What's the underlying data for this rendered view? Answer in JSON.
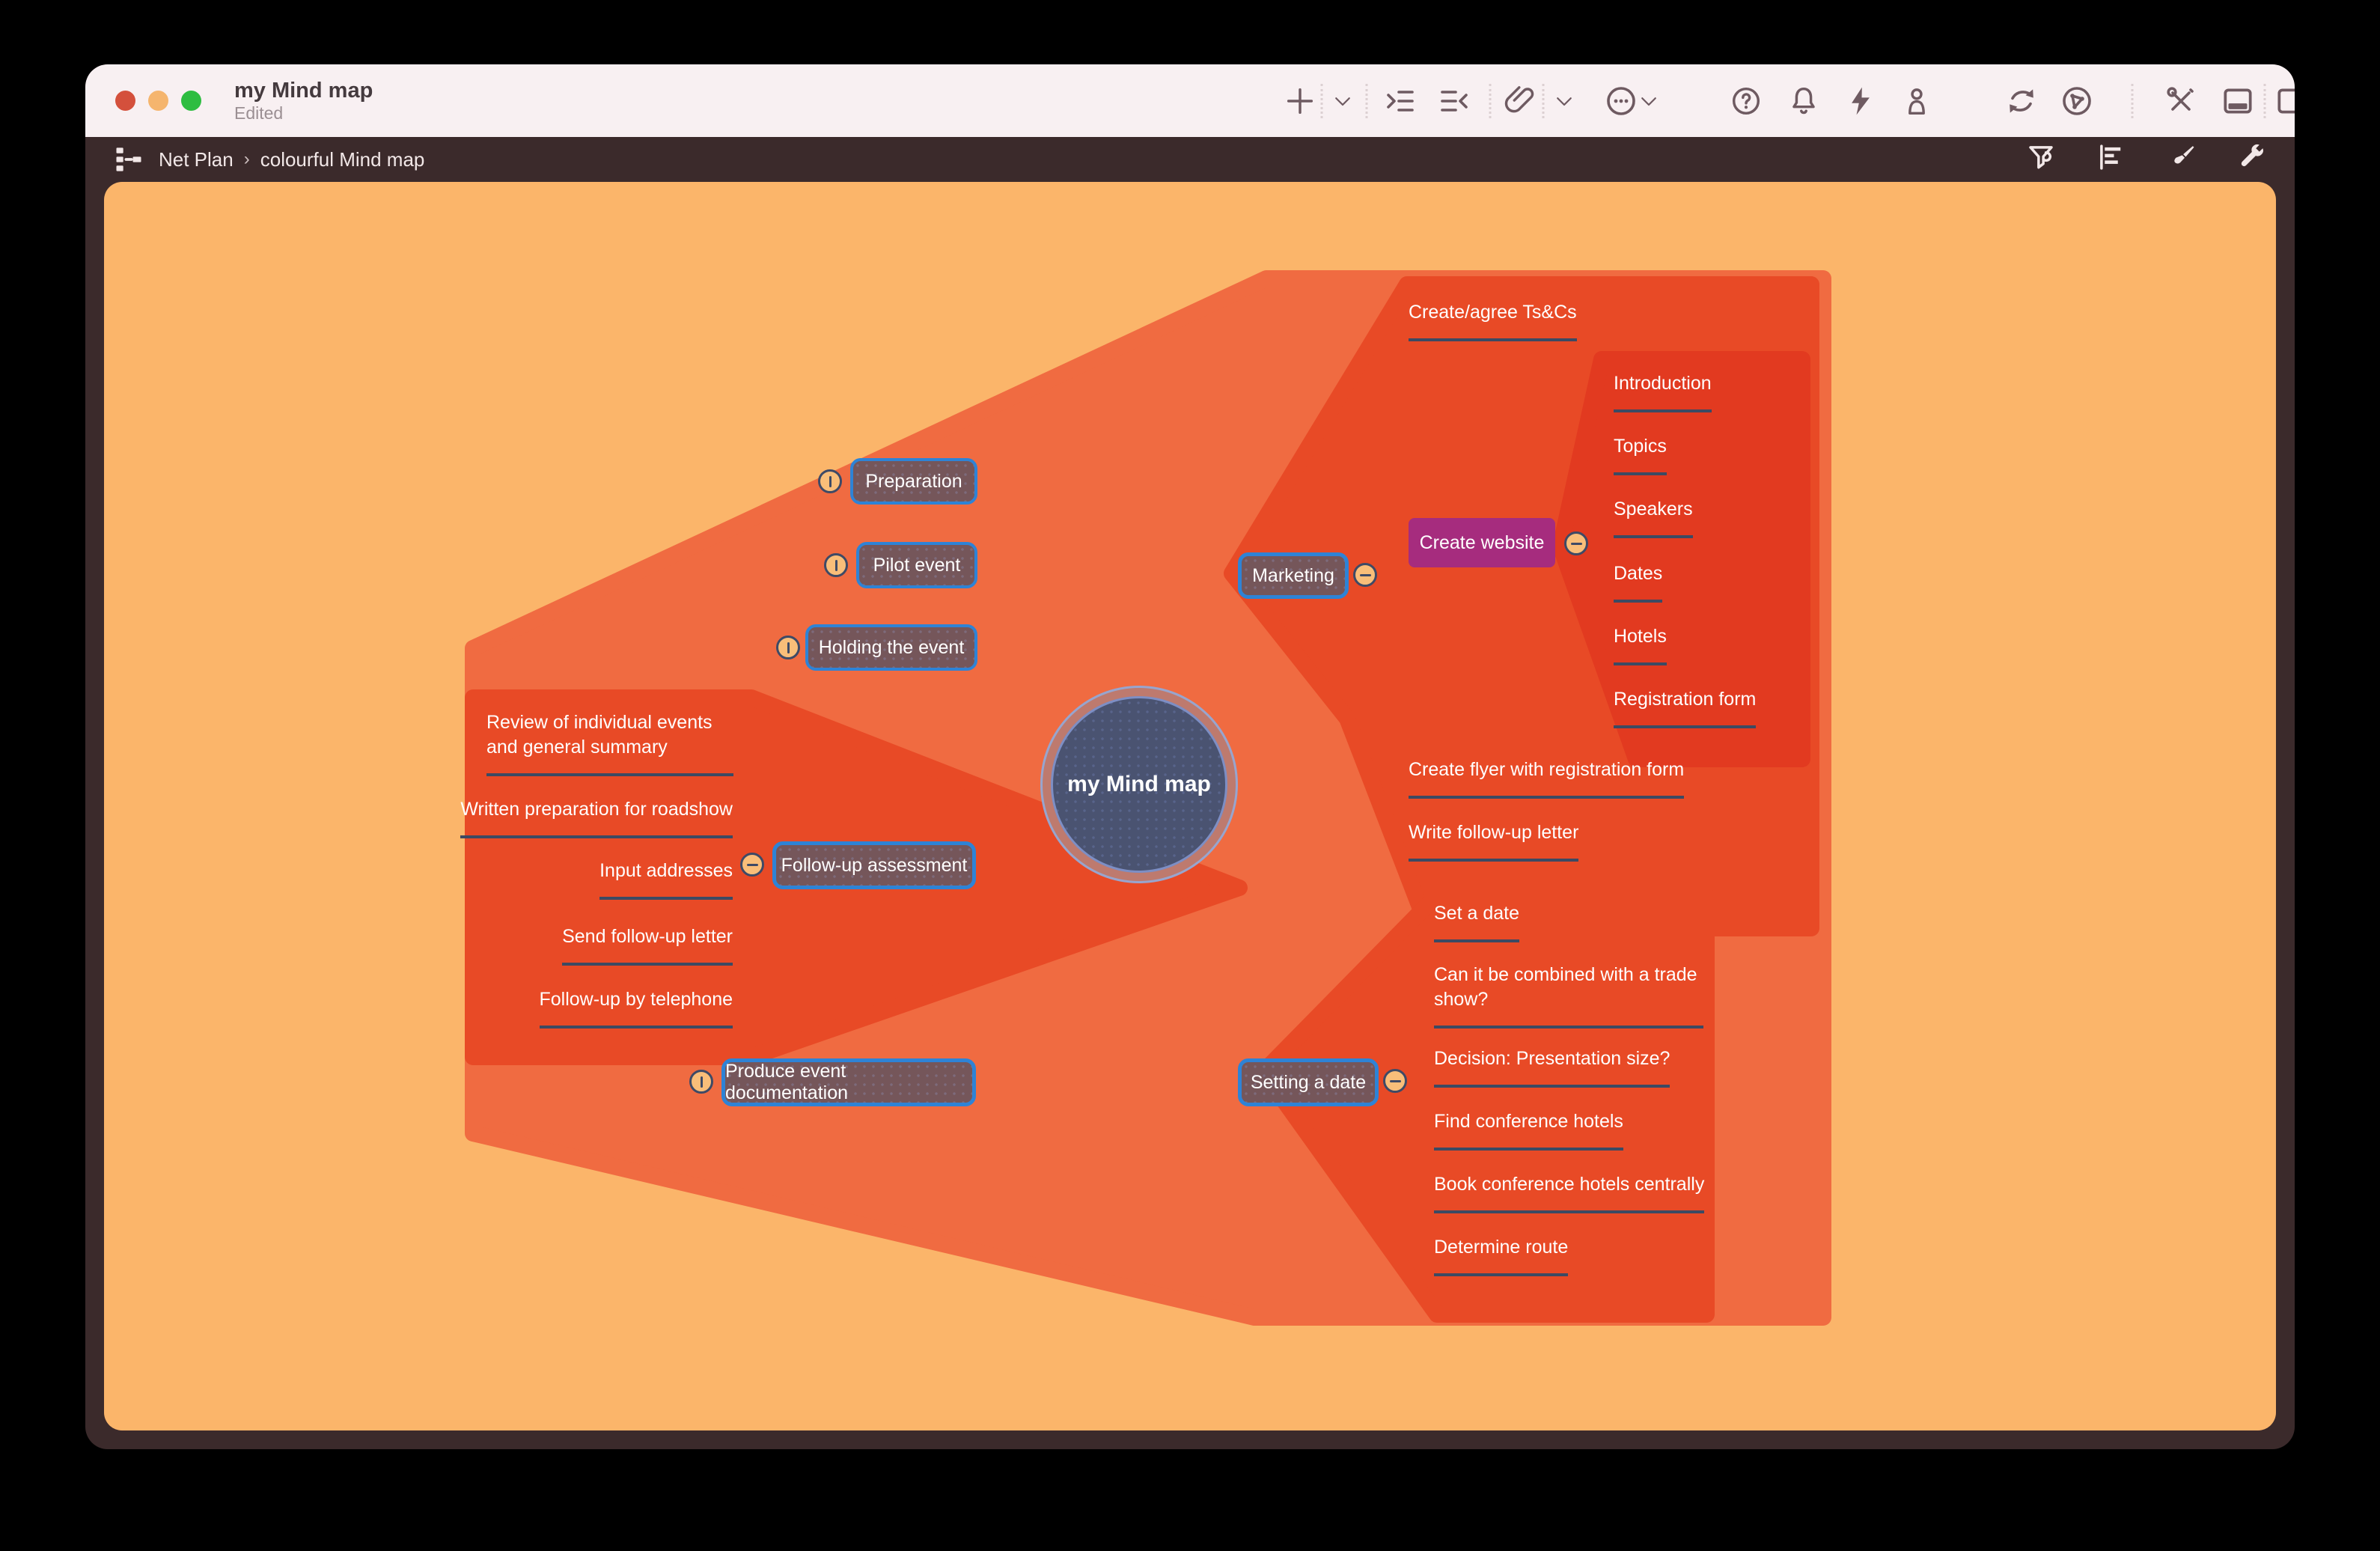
{
  "window": {
    "title": "my Mind map",
    "subtitle": "Edited"
  },
  "toolbar": {
    "icons": [
      "add",
      "add-options",
      "indent-topic",
      "outdent-topic",
      "attach",
      "attach-options",
      "more",
      "more-options",
      "help",
      "notifications",
      "quick-actions",
      "account",
      "sync",
      "network",
      "tools",
      "panel-bottom",
      "panel-right"
    ]
  },
  "breadcrumb": {
    "root": "Net Plan",
    "separator": "›",
    "current": "colourful Mind map",
    "right_icons": [
      "filter",
      "outline",
      "style-brush",
      "settings-wrench"
    ]
  },
  "map": {
    "center": {
      "label": "my Mind map"
    },
    "left_nodes": [
      {
        "label": "Preparation"
      },
      {
        "label": "Pilot event"
      },
      {
        "label": "Holding the event"
      },
      {
        "label": "Produce event documentation"
      }
    ],
    "followup": {
      "label": "Follow-up assessment",
      "children": [
        "Review of individual events and general summary",
        "Written preparation for roadshow",
        "Input addresses",
        "Send follow-up letter",
        "Follow-up by telephone"
      ]
    },
    "marketing": {
      "label": "Marketing",
      "child_top": "Create/agree Ts&Cs",
      "website": {
        "label": "Create website",
        "children": [
          "Introduction",
          "Topics",
          "Speakers",
          "Dates",
          "Hotels",
          "Registration form"
        ]
      },
      "child_flyer": "Create flyer with registration form",
      "child_letter": "Write follow-up letter"
    },
    "date": {
      "label": "Setting a date",
      "children": [
        "Set a date",
        "Can it be combined with a trade show?",
        "Decision: Presentation size?",
        "Find conference hotels",
        "Book conference hotels centrally",
        "Determine route"
      ]
    }
  },
  "colors": {
    "canvas": "#FBB56A",
    "branch_region": "#F06B41",
    "sub_region": "#E84A26",
    "sub_region_dark": "#E23A20",
    "node_fill": "#75565A",
    "node_border": "#2E83D6",
    "website_node": "#A62C7E",
    "center_fill": "#4A5371",
    "badge_fill": "#F9BE79",
    "underline": "#3C4A63",
    "titlebar_bg": "#F8F0F2",
    "chrome_bg": "#3B2A2B"
  }
}
